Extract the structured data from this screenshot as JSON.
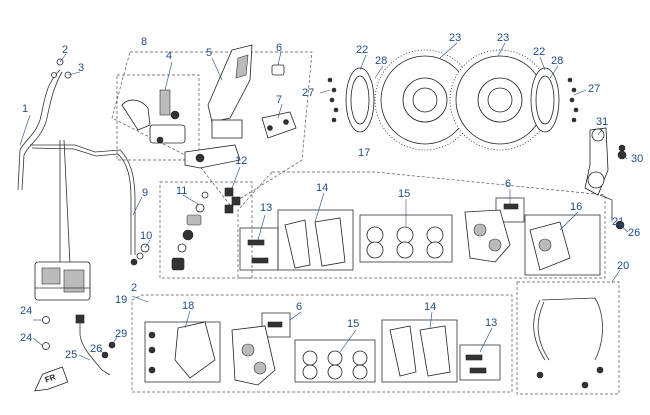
{
  "callouts": [
    {
      "id": "c1",
      "text": "1"
    },
    {
      "id": "c2a",
      "text": "2"
    },
    {
      "id": "c3",
      "text": "3"
    },
    {
      "id": "c4",
      "text": "4"
    },
    {
      "id": "c5",
      "text": "5"
    },
    {
      "id": "c6a",
      "text": "6"
    },
    {
      "id": "c7",
      "text": "7"
    },
    {
      "id": "c8",
      "text": "8"
    },
    {
      "id": "c9",
      "text": "9"
    },
    {
      "id": "c10",
      "text": "10"
    },
    {
      "id": "c11",
      "text": "11"
    },
    {
      "id": "c12",
      "text": "12"
    },
    {
      "id": "c13a",
      "text": "13"
    },
    {
      "id": "c14a",
      "text": "14"
    },
    {
      "id": "c15a",
      "text": "15"
    },
    {
      "id": "c6b",
      "text": "6"
    },
    {
      "id": "c16",
      "text": "16"
    },
    {
      "id": "c17",
      "text": "17"
    },
    {
      "id": "c18",
      "text": "18"
    },
    {
      "id": "c6c",
      "text": "6"
    },
    {
      "id": "c15b",
      "text": "15"
    },
    {
      "id": "c14b",
      "text": "14"
    },
    {
      "id": "c13b",
      "text": "13"
    },
    {
      "id": "c19",
      "text": "19"
    },
    {
      "id": "c2b",
      "text": "2"
    },
    {
      "id": "c20",
      "text": "20"
    },
    {
      "id": "c21",
      "text": "21"
    },
    {
      "id": "c22a",
      "text": "22"
    },
    {
      "id": "c28a",
      "text": "28"
    },
    {
      "id": "c23a",
      "text": "23"
    },
    {
      "id": "c23b",
      "text": "23"
    },
    {
      "id": "c22b",
      "text": "22"
    },
    {
      "id": "c28b",
      "text": "28"
    },
    {
      "id": "c27a",
      "text": "27"
    },
    {
      "id": "c27b",
      "text": "27"
    },
    {
      "id": "c24a",
      "text": "24"
    },
    {
      "id": "c24b",
      "text": "24"
    },
    {
      "id": "c25",
      "text": "25"
    },
    {
      "id": "c26a",
      "text": "26"
    },
    {
      "id": "c29",
      "text": "29"
    },
    {
      "id": "c26b",
      "text": "26"
    },
    {
      "id": "c30",
      "text": "30"
    },
    {
      "id": "c31",
      "text": "31"
    }
  ],
  "front_sign": {
    "text": "FR",
    "icon": "front-direction-arrow-icon"
  },
  "colors": {
    "callout": "#1f4d86",
    "line": "#333333",
    "background": "#ffffff"
  }
}
